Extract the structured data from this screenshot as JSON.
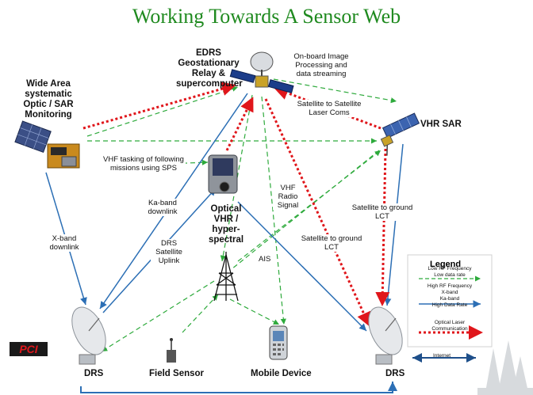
{
  "title": "Working Towards A Sensor Web",
  "nodes": {
    "edrs": [
      "EDRS",
      "Geostationary",
      "Relay &",
      "supercomputer"
    ],
    "wide_area": [
      "Wide Area",
      "systematic",
      "Optic / SAR",
      "Monitoring"
    ],
    "vhr_sar": "VHR SAR",
    "optical": [
      "Optical",
      "VHR /",
      "hyper-",
      "spectral"
    ],
    "drs_left": "DRS",
    "drs_right": "DRS",
    "field_sensor": "Field Sensor",
    "mobile_device": "Mobile Device"
  },
  "links": {
    "onboard": [
      "On-board Image",
      "Processing and",
      "data streaming"
    ],
    "sat_to_sat": [
      "Satellite to Satellite",
      "Laser Coms"
    ],
    "vhf_tasking": [
      "VHF tasking of following",
      "missions using SPS"
    ],
    "ka_band": [
      "Ka-band",
      "downlink"
    ],
    "x_band": [
      "X-band",
      "downlink"
    ],
    "drs_uplink": [
      "DRS",
      "Satellite",
      "Uplink"
    ],
    "vhf_radio": [
      "VHF",
      "Radio",
      "Signal"
    ],
    "sat_ground_mid": [
      "Satellite to ground",
      "LCT"
    ],
    "sat_ground_right": [
      "Satellite to ground",
      "LCT"
    ],
    "ais": "AIS",
    "internet": "Internet"
  },
  "legend": {
    "title": "Legend",
    "items": [
      {
        "lines": [
          "Low RF Frequency",
          "Low data rate"
        ],
        "color": "#2eaa3c",
        "style": "dashed"
      },
      {
        "lines": [
          "High RF Frequency",
          "X-band",
          "Ka-band",
          "High Data Rate"
        ],
        "color": "#2c6fb5",
        "style": "solid"
      },
      {
        "lines": [
          "Optical Laser",
          "Communication"
        ],
        "color": "#e0161b",
        "style": "dotted"
      }
    ]
  },
  "logo_text": "PCI",
  "colors": {
    "green": "#2eaa3c",
    "blue": "#2c6fb5",
    "red": "#e0161b",
    "title": "#1f8a1f"
  }
}
